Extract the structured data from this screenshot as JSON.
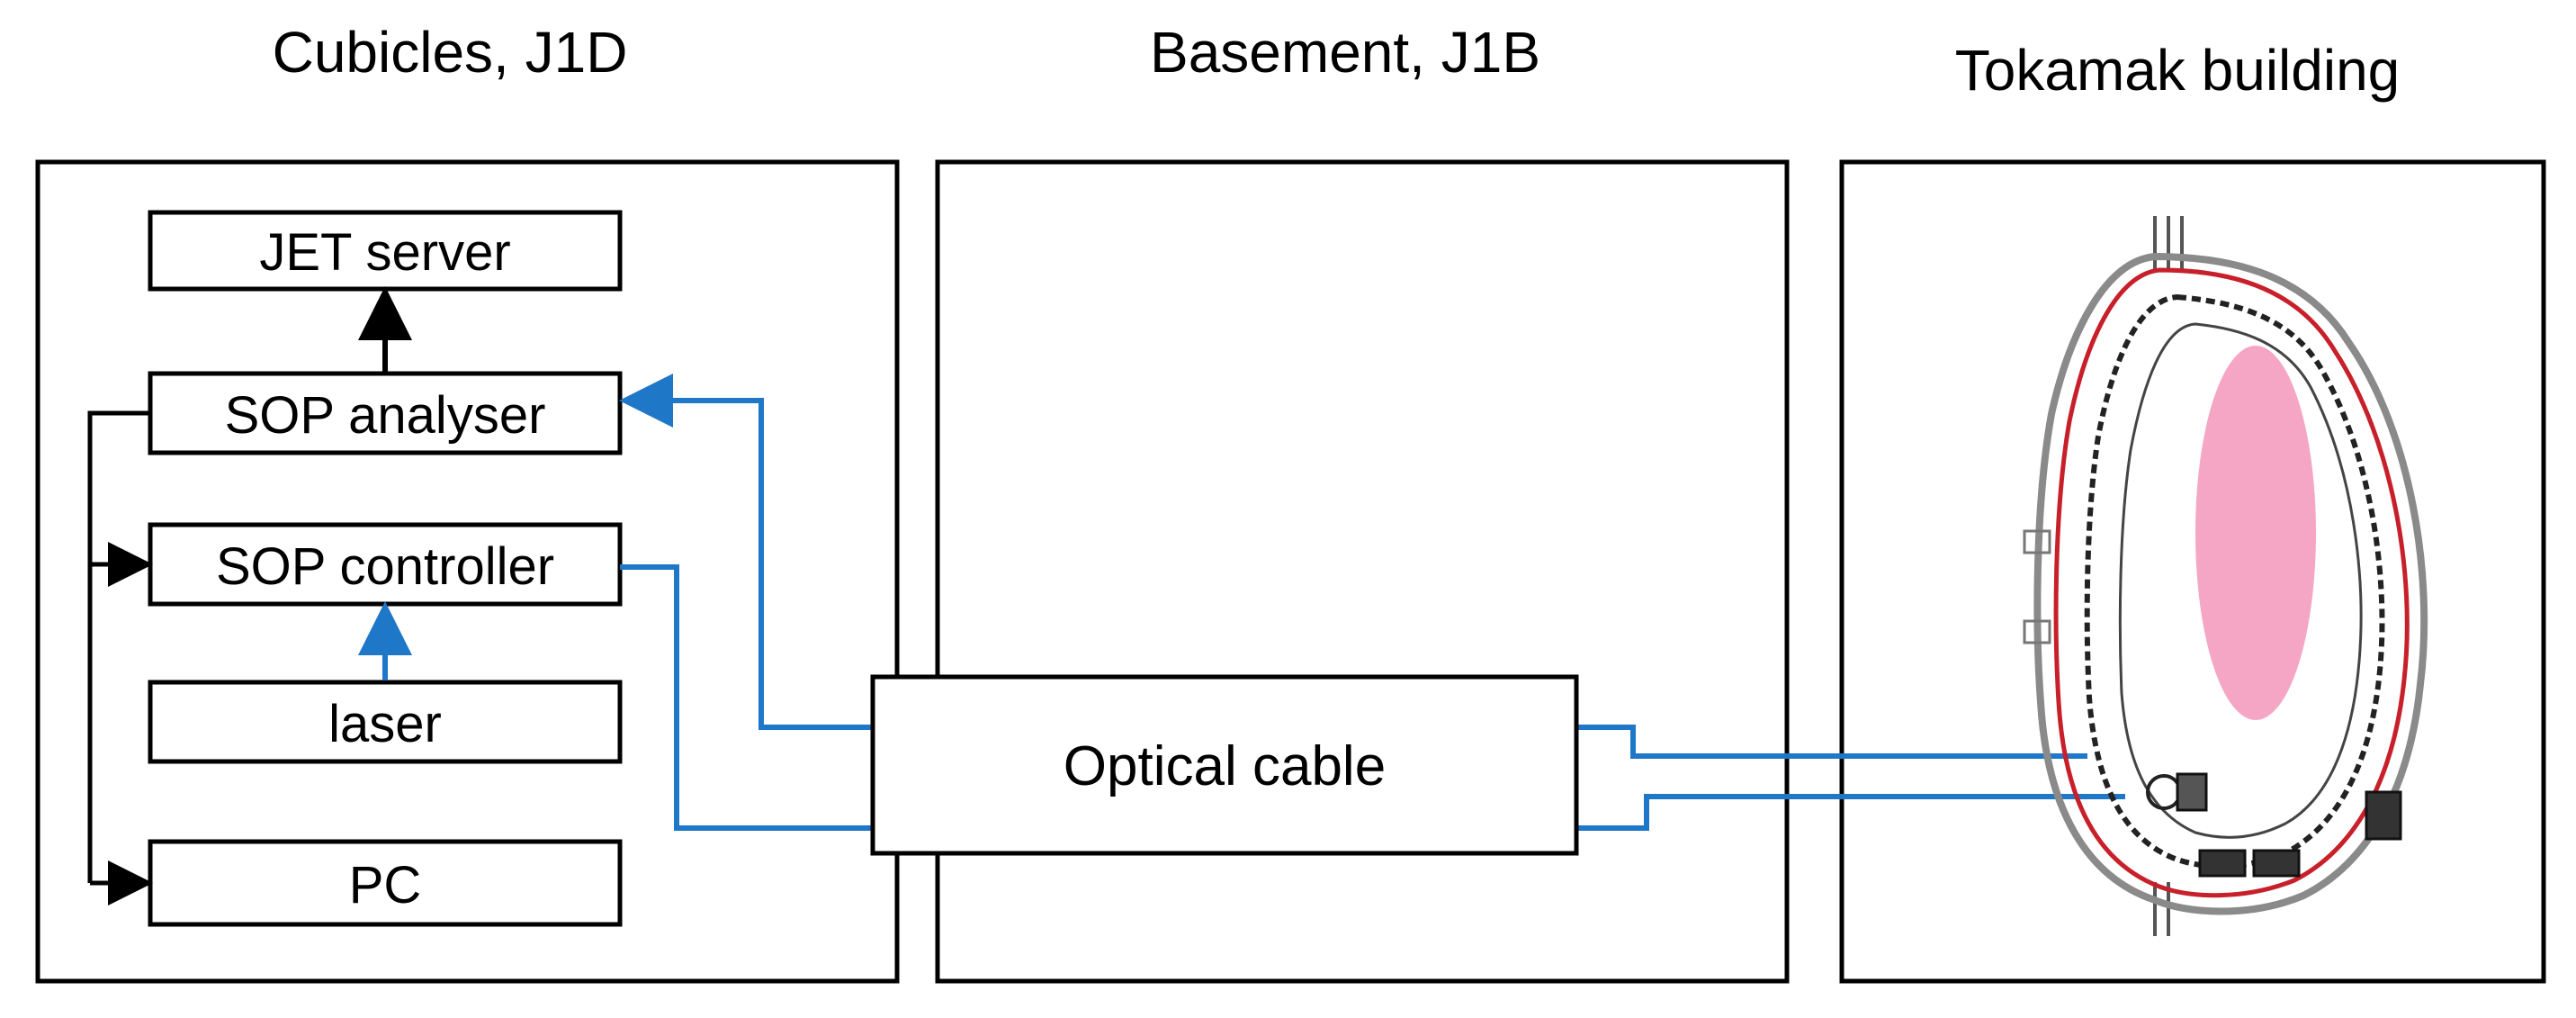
{
  "regions": {
    "cubicles": {
      "title": "Cubicles, J1D"
    },
    "basement": {
      "title": "Basement, J1B"
    },
    "tokamak": {
      "title": "Tokamak building"
    }
  },
  "components": {
    "jet_server": "JET server",
    "sop_analyser": "SOP analyser",
    "sop_controller": "SOP controller",
    "laser": "laser",
    "pc": "PC",
    "optical_cable": "Optical cable"
  },
  "colors": {
    "fiber": "#1f77c8",
    "control": "#000000",
    "plasma": "#f5a6c4",
    "vessel_outline": "#c8202a"
  },
  "icons": {
    "tokamak_cross_section": "tokamak-vessel-drawing"
  }
}
